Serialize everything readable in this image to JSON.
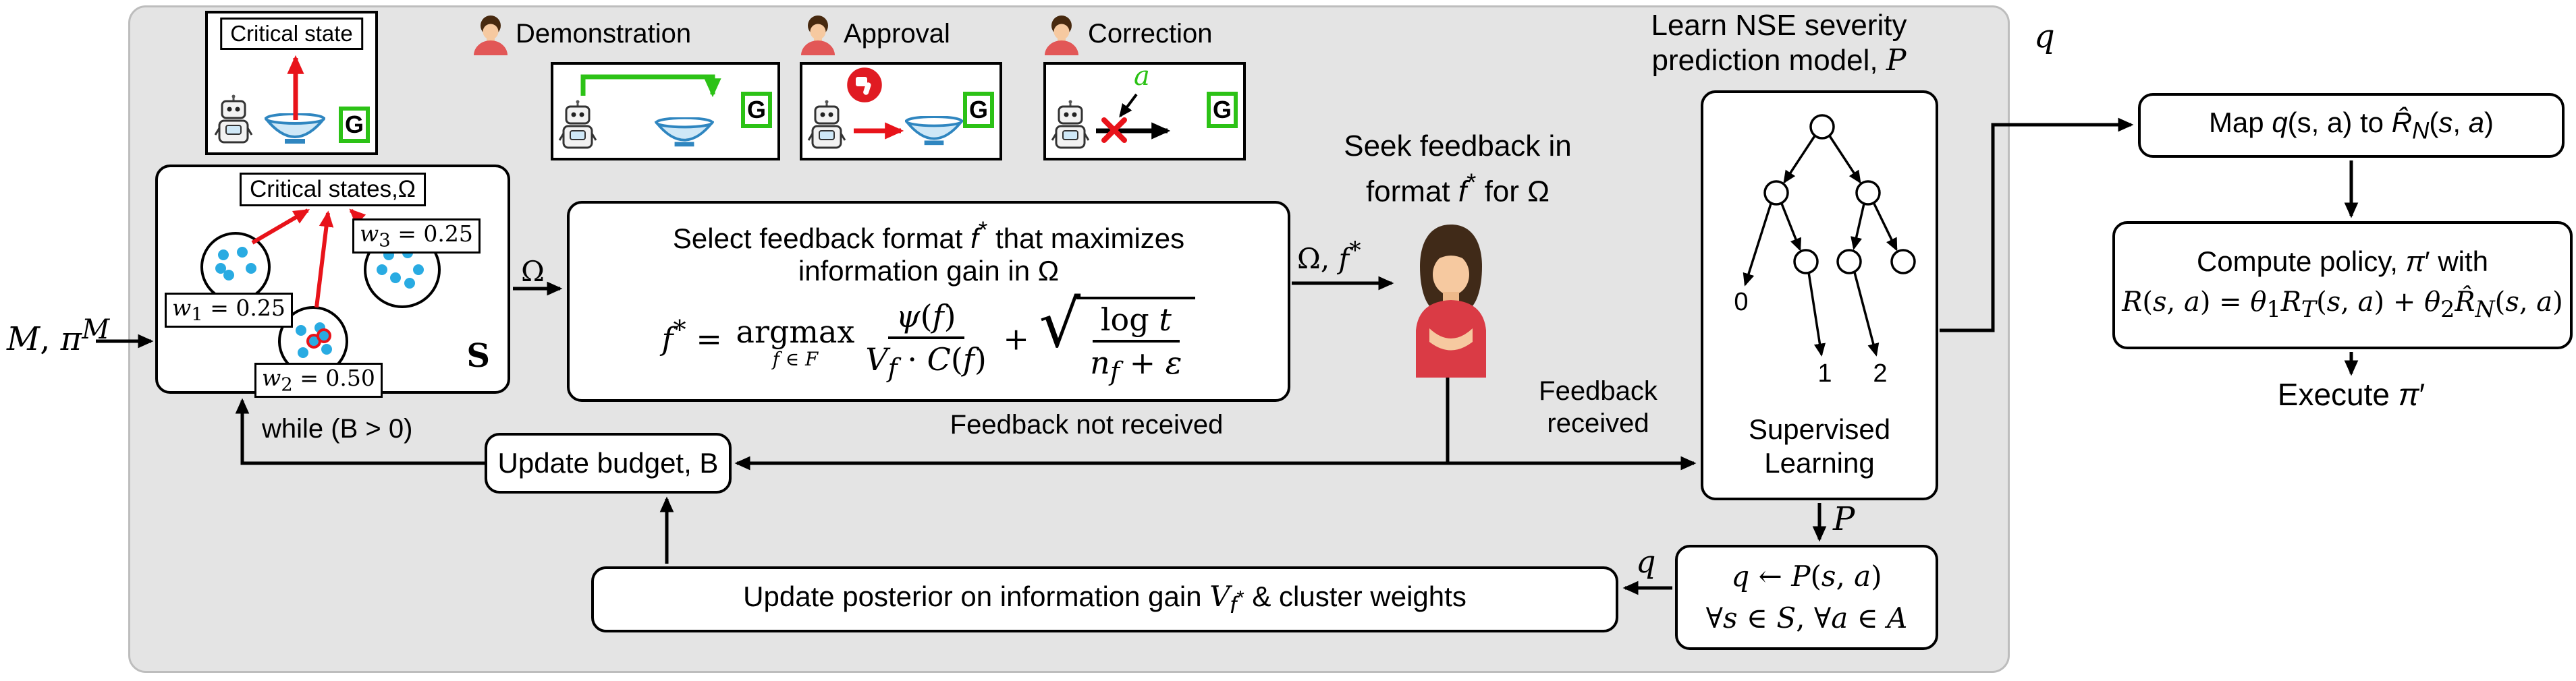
{
  "colors": {
    "panel_bg": "#e4e4e4",
    "accent_green": "#2cc216",
    "accent_red": "#e8131a",
    "cluster_dot_blue": "#29abe2"
  },
  "input": {
    "label_html": "<i>M</i>, <i>π</i><sup><i>M</i></sup>"
  },
  "panel": {
    "critical_state": {
      "title": "Critical state",
      "g_label": "G"
    },
    "critical_states": {
      "title": "Critical states,Ω",
      "w1_html": "<i>w</i><sub>1</sub> = 0.25",
      "w2_html": "<i>w</i><sub>2</sub> = 0.50",
      "w3_html": "<i>w</i><sub>3</sub> = 0.25",
      "s_label": "S"
    },
    "formats": [
      {
        "label": "Demonstration",
        "g_label": "G"
      },
      {
        "label": "Approval",
        "g_label": "G"
      },
      {
        "label": "Correction",
        "g_label": "G",
        "action_label": "a"
      }
    ],
    "select_box": {
      "line1_html": "Select feedback format <i>f</i><sup>*</sup> that maximizes",
      "line2": "information gain in Ω",
      "formula_html": "<i>f</i><sup>*</sup> = <span class='stk'><span>argmax</span><span class='stk-under'><i>f</i> ∈ <span class='scr'>F</span></span></span><span class='frac'><span class='fnum'><i>ψ</i>(<i>f</i>)</span><span class='fden'><span class='scr'>V</span><sub><i>f</i></sub> · <i>C</i>(<i>f</i>)</span></span> + <span class='sqrt'><span class='rad'>√</span><span class='radicand'><span class='frac'><span class='fnum'>log <i>t</i></span><span class='fden'><i>n</i><sub><i>f</i></sub> + <i>ε</i></span></span></span></span>"
    },
    "omega_label": "Ω",
    "omega_f_label_html": "Ω, <i>f</i><sup>*</sup>",
    "seek": {
      "line1": "Seek feedback in",
      "line2_html": "format <i>f</i><sup>*</sup> for Ω"
    },
    "learn_title": {
      "line1": "Learn NSE severity",
      "line2_html": "prediction model, <span class='scr'>P</span>"
    },
    "tree": {
      "leaf0": "0",
      "leaf1": "1",
      "leaf2": "2",
      "caption_line1": "Supervised",
      "caption_line2": "Learning"
    },
    "feedback_received": {
      "line1": "Feedback",
      "line2": "received"
    },
    "feedback_not_received": "Feedback not received",
    "while_label": "while (B > 0)",
    "update_budget_label": "Update budget, B",
    "p_model_label": "P",
    "q_box": {
      "line1_html": "<i>q</i> ← <span class='scr'>P</span>(<i>s</i>, <i>a</i>)",
      "line2_html": "∀<i>s</i> ∈ <i>S</i>, ∀<i>a</i> ∈ <i>A</i>"
    },
    "q_small_label": "q",
    "update_posterior_html": "Update posterior on information gain <span class='scr'>V</span><sub><i>f</i><sup>*</sup></sub> &amp; cluster weights"
  },
  "right": {
    "q_top_label": "q",
    "map_box_html": "Map <i>q</i>(s, a) to <i>R̂</i><sub><i>N</i></sub>(<i>s</i>, <i>a</i>)",
    "compute_box": {
      "line1_html": "Compute policy, <i>π</i>′ with",
      "line2_html": "<i>R</i>(<i>s</i>, <i>a</i>) = <i>θ</i><sub>1</sub><i>R</i><sub><i>T</i></sub>(<i>s</i>, <i>a</i>) + <i>θ</i><sub>2</sub><i>R̂</i><sub><i>N</i></sub>(<i>s</i>, <i>a</i>)"
    },
    "execute_label_html": "Execute <i>π</i>′"
  }
}
